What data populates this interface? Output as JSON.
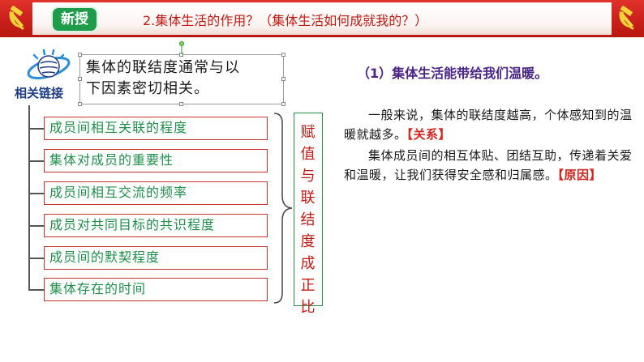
{
  "header": {
    "badge": "新授",
    "title": "2.集体生活的作用？（集体生活如何成就我的？）",
    "emblem_color": "#c9201b",
    "emblem_icon": "hammer-sickle-icon"
  },
  "link": {
    "label": "相关链接",
    "icon": "globe-ring-icon"
  },
  "intro": {
    "line1": "集体的联结度通常与以",
    "line2": "下因素密切相关。"
  },
  "factors": [
    "成员间相互关联的程度",
    "集体对成员的重要性",
    "成员间相互交流的频率",
    "成员对共同目标的共识程度",
    "成员间的默契程度",
    "集体存在的时间"
  ],
  "vertical_note": [
    "赋",
    "值",
    "与",
    "联",
    "结",
    "度",
    "成",
    "正",
    "比"
  ],
  "right": {
    "subheading": "（1）集体生活能带给我们温暖。",
    "para1": {
      "text": "一般来说，集体的联结度越高，个体感知到的温暖就越多。",
      "tag": "【关系】"
    },
    "para2": {
      "text": "集体成员间的相互体贴、团结互助，传递着关爱和温暖，让我们获得安全感和归属感。",
      "tag": "【原因】"
    }
  },
  "colors": {
    "accent_red": "#c01a14",
    "factor_green": "#1f8f4a",
    "heading_purple": "#4a2486",
    "badge_green": "#1e9c4a"
  }
}
